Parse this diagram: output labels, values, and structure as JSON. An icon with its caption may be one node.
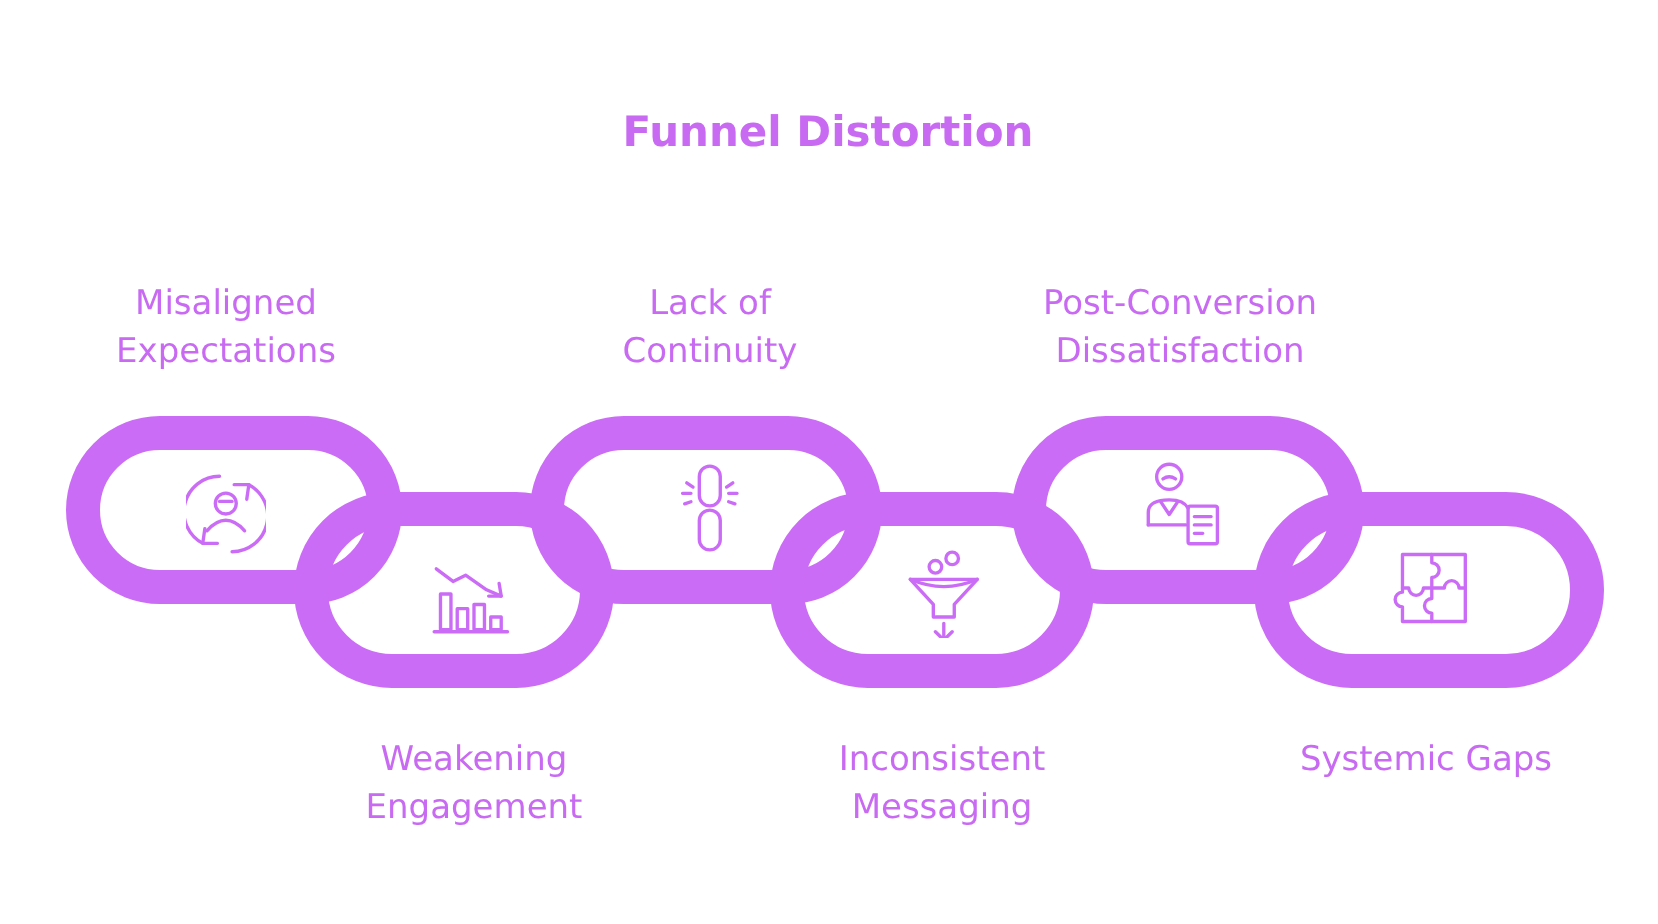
{
  "diagram": {
    "title": "Funnel Distortion",
    "nodes": [
      {
        "text": [
          "Misaligned Expectations"
        ]
      },
      {
        "text": [
          "Weakening Engagement"
        ]
      },
      {
        "text": [
          "Lack of Continuity"
        ]
      },
      {
        "text": [
          "Inconsistent Messaging"
        ]
      },
      {
        "text": [
          "Post-Conversion Dissatisfaction"
        ]
      },
      {
        "text": [
          "Systemic Gaps"
        ]
      }
    ]
  }
}
